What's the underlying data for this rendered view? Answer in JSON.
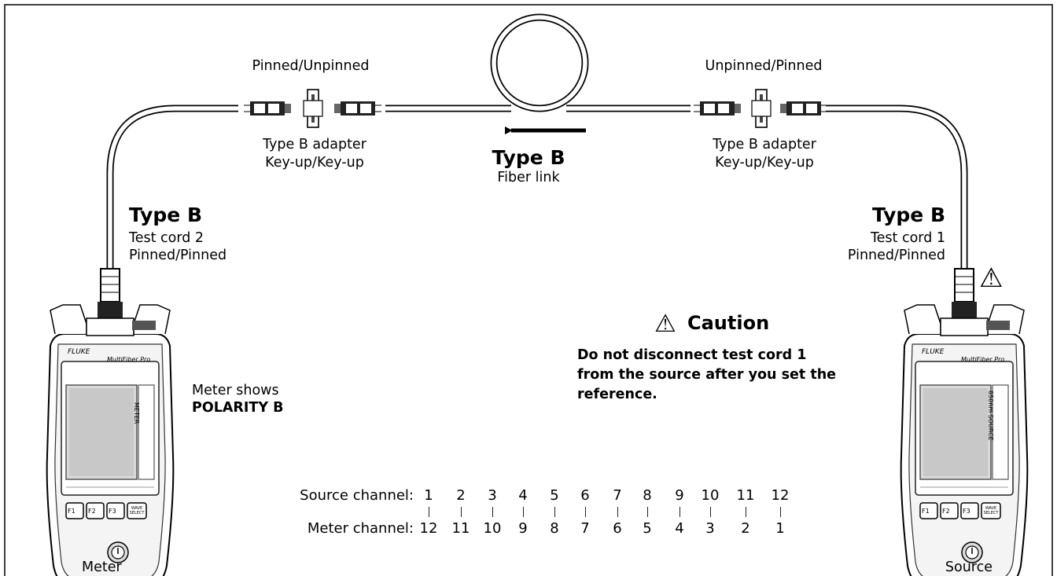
{
  "left_connector": {
    "label": "Pinned/Unpinned",
    "adapter_line1": "Type B adapter",
    "adapter_line2": "Key-up/Key-up"
  },
  "right_connector": {
    "label": "Unpinned/Pinned",
    "adapter_line1": "Type B adapter",
    "adapter_line2": "Key-up/Key-up"
  },
  "link": {
    "title": "Type B",
    "subtitle": "Fiber link"
  },
  "cord2": {
    "title": "Type B",
    "line1": "Test cord 2",
    "line2": "Pinned/Pinned"
  },
  "cord1": {
    "title": "Type B",
    "line1": "Test cord 1",
    "line2": "Pinned/Pinned"
  },
  "meter": {
    "caption": "Meter",
    "shows_line1": "Meter shows",
    "shows_line2": "POLARITY B",
    "brand": "FLUKE",
    "model": "MultiFiber Pro",
    "side_label": "METER"
  },
  "source": {
    "caption": "Source",
    "brand": "FLUKE",
    "model": "MultiFiber Pro",
    "side_label": "850nm SOURCE"
  },
  "caution": {
    "symbol": "⚠",
    "title": "Caution",
    "line1": "Do not disconnect test cord 1",
    "line2": "from the source after you set the",
    "line3": "reference.",
    "corner_symbol": "⚠"
  },
  "keys": [
    "F1",
    "F2",
    "F3",
    "WAVE SELECT"
  ],
  "channels": {
    "source_label": "Source channel:",
    "meter_label": "Meter channel:",
    "source": [
      "1",
      "2",
      "3",
      "4",
      "5",
      "6",
      "7",
      "8",
      "9",
      "10",
      "11",
      "12"
    ],
    "meter": [
      "12",
      "11",
      "10",
      "9",
      "8",
      "7",
      "6",
      "5",
      "4",
      "3",
      "2",
      "1"
    ]
  }
}
